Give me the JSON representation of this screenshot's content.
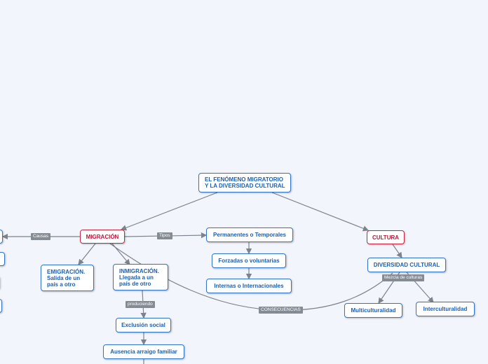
{
  "nodes": {
    "root": "EL FENÓMENO MIGRATORIO\nY LA DIVERSIDAD CULTURAL",
    "migracion": "MIGRACIÓN",
    "cultura": "CULTURA",
    "permanentes": "Permanentes o Temporales",
    "forzadas": "Forzadas o voluntarias",
    "internas": "Internas o Internacionales",
    "emigracion": "EMIGRACIÓN.\nSalida de un\npaís a otro",
    "inmigracion": "INMIGRACIÓN.\nLlegada a un\npaís de otro",
    "exclusion": "Exclusión social",
    "ausencia": "Ausencia arraigo familiar",
    "diversidad": "DIVERSIDAD CULTURAL",
    "multi": "Multiculturalidad",
    "inter": "Interculturalidad"
  },
  "labels": {
    "causas": "Causas",
    "tipos": "Tipos",
    "produciendo": "produciendo",
    "consecuencias": "CONSECUENCIAS",
    "mezcla": "Mezcla de culturas"
  },
  "colors": {
    "node_border": "#2f76c8",
    "node_text": "#1a5fb0",
    "main_border": "#c8263f",
    "connector": "#7d838c",
    "tag_bg": "#858b93",
    "background": "#f3f5fd"
  }
}
